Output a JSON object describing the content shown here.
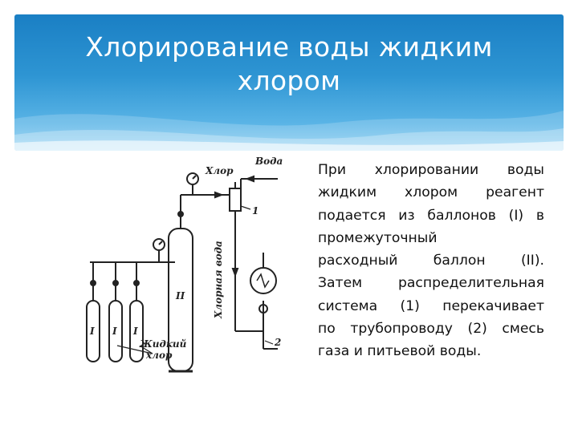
{
  "slide": {
    "title_line1": "Хлорирование воды жидким",
    "title_line2": "хлором",
    "body_lines": [
      "При хлорировании воды",
      "жидким хлором реагент",
      "подается из баллонов (I) в",
      "промежуточный",
      "расходный баллон (II).",
      "Затем распределительная",
      "система (1) перекачивает",
      "по трубопроводу (2) смесь",
      "газа и питьевой воды."
    ]
  },
  "diagram": {
    "label_voda": "Вода",
    "label_hlor": "Хлор",
    "label_hlornaya_voda": "Хлорная вода",
    "label_1": "1",
    "label_2": "2",
    "label_II": "II",
    "label_I": "I",
    "label_zhidkiy": "Жидкий",
    "label_hlor2": "хлор"
  },
  "colors": {
    "header_top": "#1a7fc4",
    "header_bottom": "#8fd0f2",
    "title_text": "#ffffff",
    "body_text": "#111111"
  }
}
